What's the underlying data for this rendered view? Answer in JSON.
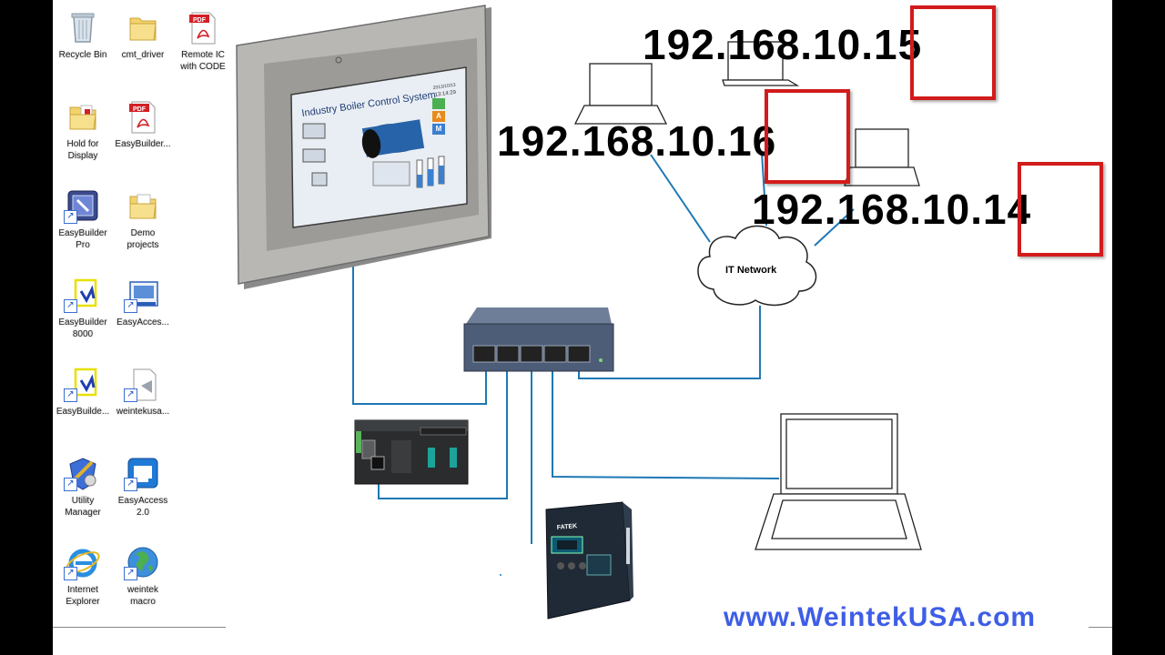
{
  "desktop": {
    "icons": [
      {
        "name": "recycle-bin",
        "label": "Recycle Bin",
        "icon": "recycle-bin-icon",
        "shortcut": false
      },
      {
        "name": "cmt-driver",
        "label": "cmt_driver",
        "icon": "folder-icon",
        "shortcut": false
      },
      {
        "name": "remote-ic",
        "label": "Remote IC\nwith CODE",
        "icon": "pdf-icon",
        "shortcut": false
      },
      {
        "name": "hold-for-display",
        "label": "Hold for\nDisplay",
        "icon": "folder-icon",
        "shortcut": false
      },
      {
        "name": "easybuilder-pdf",
        "label": "EasyBuilder...",
        "icon": "pdf-icon",
        "shortcut": false
      },
      {
        "name": "easybuilder-pro",
        "label": "EasyBuilder\nPro",
        "icon": "easybuilder-pro-icon",
        "shortcut": true
      },
      {
        "name": "demo-projects",
        "label": "Demo\nprojects",
        "icon": "folder-icon",
        "shortcut": false
      },
      {
        "name": "easybuilder-8000",
        "label": "EasyBuilder\n8000",
        "icon": "easybuilder-8000-icon",
        "shortcut": true
      },
      {
        "name": "easyaccess",
        "label": "EasyAcces...",
        "icon": "easyaccess-icon",
        "shortcut": true
      },
      {
        "name": "easybuilder-2",
        "label": "EasyBuilde...",
        "icon": "easybuilder-8000-icon",
        "shortcut": true
      },
      {
        "name": "weintekusa",
        "label": "weintekusa...",
        "icon": "document-icon",
        "shortcut": true
      },
      {
        "name": "utility-manager",
        "label": "Utility\nManager",
        "icon": "utility-manager-icon",
        "shortcut": true
      },
      {
        "name": "easyaccess-2",
        "label": "EasyAccess\n2.0",
        "icon": "easyaccess-2-icon",
        "shortcut": true
      },
      {
        "name": "internet-explorer",
        "label": "Internet\nExplorer",
        "icon": "internet-explorer-icon",
        "shortcut": true
      },
      {
        "name": "weintek-macro",
        "label": "weintek\nmacro",
        "icon": "globe-icon",
        "shortcut": true
      }
    ]
  },
  "hmi": {
    "screen_title": "Industry Boiler Control System",
    "date": "2013/10/13",
    "time": "13:14:29",
    "alarm_letters": [
      "A",
      "M"
    ]
  },
  "network": {
    "cloud_label": "IT Network",
    "ip_addresses": [
      {
        "name": "ip-15",
        "prefix": "192.168.10.",
        "suffix": "15"
      },
      {
        "name": "ip-16",
        "prefix": "192.168.10.",
        "suffix": "16"
      },
      {
        "name": "ip-14",
        "prefix": "192.168.10.",
        "suffix": "14"
      }
    ]
  },
  "drive": {
    "brand": "FATEK"
  },
  "footer": {
    "website": "www.WeintekUSA.com"
  },
  "colors": {
    "cable": "#1e78b4",
    "highlight_box": "#d21b1b",
    "website": "#3e5ee6",
    "switch_body": "#4d5d78"
  }
}
